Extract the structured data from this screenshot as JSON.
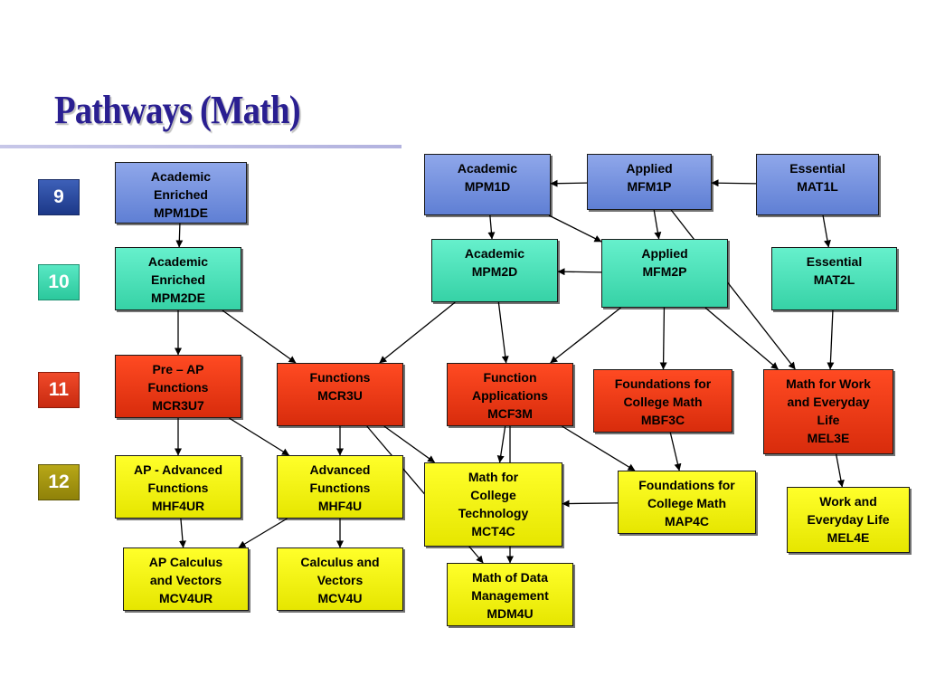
{
  "title": "Pathways (Math)",
  "grades": [
    "9",
    "10",
    "11",
    "12"
  ],
  "nodes": {
    "mpm1de": {
      "text": "Academic\nEnriched\nMPM1DE"
    },
    "mpm1d": {
      "text": "Academic\nMPM1D"
    },
    "mfm1p": {
      "text": "Applied\nMFM1P"
    },
    "mat1l": {
      "text": "Essential\nMAT1L"
    },
    "mpm2de": {
      "text": "Academic\nEnriched\nMPM2DE"
    },
    "mpm2d": {
      "text": "Academic\nMPM2D"
    },
    "mfm2p": {
      "text": "Applied\nMFM2P"
    },
    "mat2l": {
      "text": "Essential\nMAT2L"
    },
    "mcr3u7": {
      "text": "Pre – AP\nFunctions\nMCR3U7"
    },
    "mcr3u": {
      "text": "Functions\nMCR3U"
    },
    "mcf3m": {
      "text": "Function\nApplications\nMCF3M"
    },
    "mbf3c": {
      "text": "Foundations for\nCollege Math\nMBF3C"
    },
    "mel3e": {
      "text": "Math for Work\nand Everyday\nLife\nMEL3E"
    },
    "mhf4ur": {
      "text": "AP - Advanced\nFunctions\nMHF4UR"
    },
    "mhf4u": {
      "text": "Advanced\nFunctions\nMHF4U"
    },
    "mct4c": {
      "text": "Math for\nCollege\nTechnology\nMCT4C"
    },
    "map4c": {
      "text": "Foundations for\nCollege Math\nMAP4C"
    },
    "mel4e": {
      "text": "Work and\nEveryday Life\nMEL4E"
    },
    "mcv4ur": {
      "text": "AP Calculus\nand Vectors\nMCV4UR"
    },
    "mcv4u": {
      "text": "Calculus and\nVectors\nMCV4U"
    },
    "mdm4u": {
      "text": "Math of Data\nManagement\nMDM4U"
    }
  },
  "edges": [
    {
      "from": "mpm1de",
      "to": "mpm2de"
    },
    {
      "from": "mpm2de",
      "to": "mcr3u7"
    },
    {
      "from": "mpm2de",
      "to": "mcr3u"
    },
    {
      "from": "mcr3u7",
      "to": "mhf4ur"
    },
    {
      "from": "mcr3u7",
      "to": "mhf4u"
    },
    {
      "from": "mhf4ur",
      "to": "mcv4ur"
    },
    {
      "from": "mhf4u",
      "to": "mcv4ur"
    },
    {
      "from": "mhf4u",
      "to": "mcv4u"
    },
    {
      "from": "mcr3u",
      "to": "mhf4u"
    },
    {
      "from": "mcr3u",
      "to": "mct4c"
    },
    {
      "from": "mcr3u",
      "to": "mdm4u"
    },
    {
      "from": "mfm1p",
      "to": "mpm1d"
    },
    {
      "from": "mat1l",
      "to": "mfm1p"
    },
    {
      "from": "mpm1d",
      "to": "mpm2d"
    },
    {
      "from": "mpm1d",
      "to": "mfm2p"
    },
    {
      "from": "mfm1p",
      "to": "mfm2p"
    },
    {
      "from": "mfm1p",
      "to": "mel3e"
    },
    {
      "from": "mat1l",
      "to": "mat2l"
    },
    {
      "from": "mfm2p",
      "to": "mpm2d"
    },
    {
      "from": "mpm2d",
      "to": "mcr3u"
    },
    {
      "from": "mpm2d",
      "to": "mcf3m"
    },
    {
      "from": "mfm2p",
      "to": "mcf3m"
    },
    {
      "from": "mfm2p",
      "to": "mbf3c"
    },
    {
      "from": "mfm2p",
      "to": "mel3e"
    },
    {
      "from": "mat2l",
      "to": "mel3e"
    },
    {
      "from": "mcf3m",
      "to": "mct4c"
    },
    {
      "from": "mcf3m",
      "to": "map4c"
    },
    {
      "from": "mcf3m",
      "to": "mdm4u"
    },
    {
      "from": "mbf3c",
      "to": "map4c"
    },
    {
      "from": "map4c",
      "to": "mct4c"
    },
    {
      "from": "mel3e",
      "to": "mel4e"
    }
  ]
}
